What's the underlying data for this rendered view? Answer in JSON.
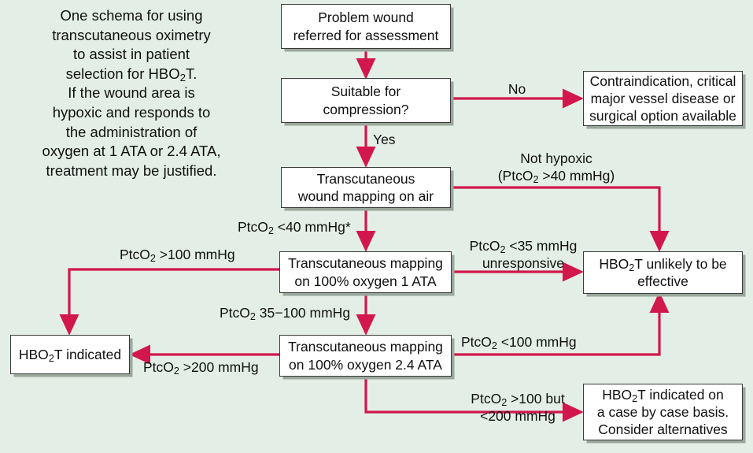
{
  "figure": {
    "background_color": "#e3efe6",
    "arrow_color": "#d1174b",
    "box_fill": "#ffffff",
    "box_border": "#3a3a3a"
  },
  "caption": {
    "text": "One schema for using\ntranscutaneous oximetry\nto assist in patient\nselection for HBO₂T.\nIf the wound area is\nhypoxic and responds to\nthe administration of\noxygen at 1 ATA or 2.4 ATA,\ntreatment may be justified."
  },
  "nodes": {
    "problem_wound": "Problem wound\nreferred for assessment",
    "suitable": "Suitable for\ncompression?",
    "contraindication": "Contraindication, critical\nmajor vessel disease or\nsurgical option available",
    "mapping_air": "Transcutaneous\nwound mapping on air",
    "mapping_1ata": "Transcutaneous mapping\non 100% oxygen 1 ATA",
    "unlikely": "HBO₂T unlikely to be\neffective",
    "indicated": "HBO₂T indicated",
    "mapping_24ata": "Transcutaneous mapping\non 100% oxygen 2.4 ATA",
    "case_by_case": "HBO₂T indicated on\na case by case basis.\nConsider alternatives"
  },
  "edge_labels": {
    "no": "No",
    "yes": "Yes",
    "not_hypoxic": "Not hypoxic\n(PtcO₂ >40 mmHg)",
    "lt40": "PtcO₂ <40 mmHg*",
    "gt100_air": "PtcO₂ >100 mmHg",
    "lt35_unresponsive": "PtcO₂ <35 mmHg\nunresponsive",
    "range35_100": "PtcO₂ 35−100 mmHg",
    "lt100": "PtcO₂ <100 mmHg",
    "gt200": "PtcO₂ >200 mmHg",
    "gt100_lt200": "PtcO₂ >100 but\n<200 mmHg"
  }
}
